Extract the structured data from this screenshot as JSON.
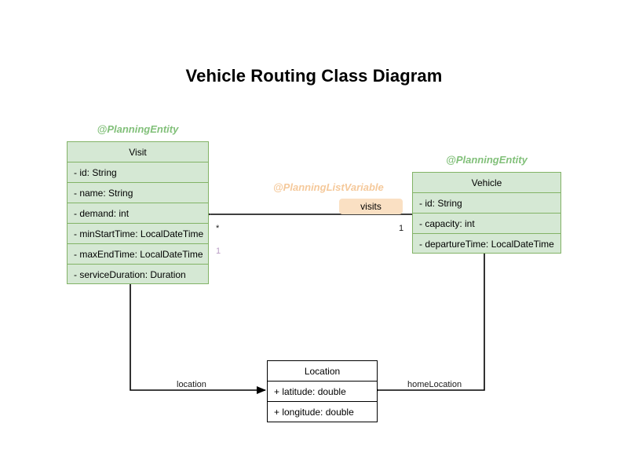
{
  "title": "Vehicle Routing Class Diagram",
  "theme": {
    "class_fill": "#d5e8d4",
    "class_border": "#82b366",
    "plain_fill": "#ffffff",
    "plain_border": "#000000",
    "stereotype_green": "#82c07a",
    "stereotype_peach": "#f5c99b",
    "badge_fill": "#fae0c3",
    "line_color": "#000000",
    "multiplicity_purple": "#b89cc4"
  },
  "classes": {
    "visit": {
      "stereotype": "@PlanningEntity",
      "name": "Visit",
      "attributes": [
        "- id: String",
        "- name: String",
        "- demand: int",
        "- minStartTime: LocalDateTime",
        "- maxEndTime: LocalDateTime",
        "- serviceDuration: Duration"
      ]
    },
    "vehicle": {
      "stereotype": "@PlanningEntity",
      "name": "Vehicle",
      "attributes": [
        "- id: String",
        "- capacity: int",
        "- departureTime: LocalDateTime"
      ]
    },
    "location": {
      "stereotype": "",
      "name": "Location",
      "attributes": [
        "+ latitude: double",
        "+ longitude: double"
      ]
    }
  },
  "associations": {
    "visits": {
      "stereotype": "@PlanningListVariable",
      "role": "visits",
      "source": "Vehicle",
      "target": "Visit",
      "source_multiplicity": "1",
      "target_multiplicity": "*",
      "extra_multiplicity": "1"
    },
    "location": {
      "role": "location",
      "source": "Visit",
      "target": "Location"
    },
    "home_location": {
      "role": "homeLocation",
      "source": "Vehicle",
      "target": "Location"
    }
  }
}
